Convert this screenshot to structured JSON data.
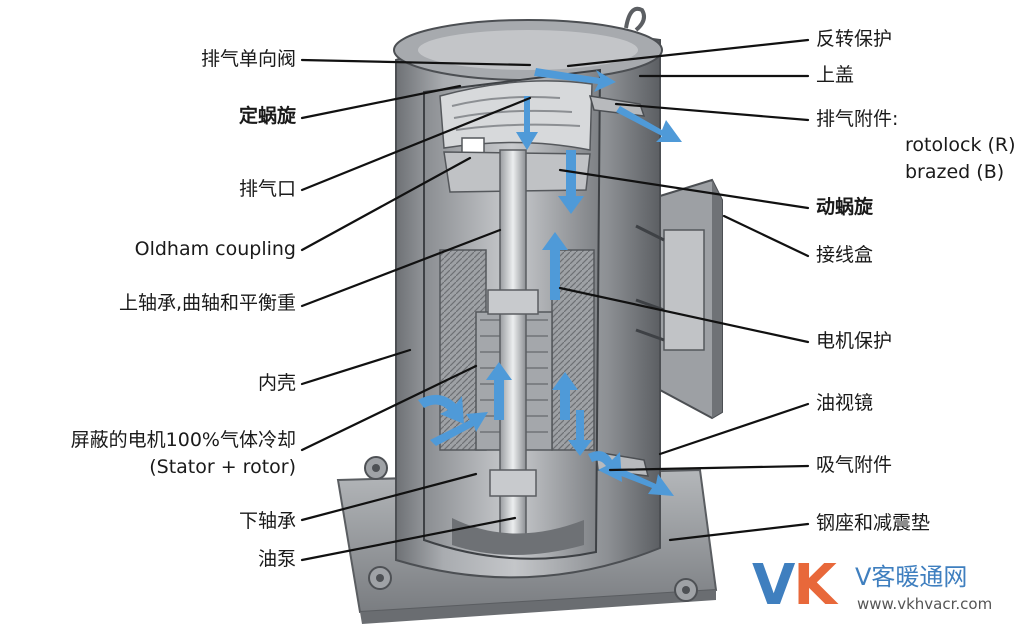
{
  "labels_left": [
    {
      "id": "discharge-check-valve",
      "text": "排气单向阀",
      "bold": false
    },
    {
      "id": "fixed-scroll",
      "text": "定蜗旋",
      "bold": true
    },
    {
      "id": "discharge-port",
      "text": "排气口",
      "bold": false
    },
    {
      "id": "oldham-coupling",
      "text": "Oldham coupling",
      "bold": false
    },
    {
      "id": "upper-bearing-crankshaft-counterweight",
      "text": "上轴承,曲轴和平衡重",
      "bold": false
    },
    {
      "id": "inner-shell",
      "text": "内壳",
      "bold": false
    },
    {
      "id": "shielded-motor-cooling",
      "text": "屏蔽的电机100%气体冷却",
      "bold": false
    },
    {
      "id": "stator-rotor",
      "text": "(Stator + rotor)",
      "bold": false
    },
    {
      "id": "lower-bearing",
      "text": "下轴承",
      "bold": false
    },
    {
      "id": "oil-pump",
      "text": "油泵",
      "bold": false
    }
  ],
  "labels_right": [
    {
      "id": "reverse-rotation-protection",
      "text": "反转保护",
      "bold": false
    },
    {
      "id": "top-cap",
      "text": "上盖",
      "bold": false
    },
    {
      "id": "discharge-fitting",
      "text": "排气附件:",
      "bold": false
    },
    {
      "id": "rotolock",
      "text": "rotolock (R)",
      "bold": false
    },
    {
      "id": "brazed",
      "text": "brazed (B)",
      "bold": false
    },
    {
      "id": "orbiting-scroll",
      "text": "动蜗旋",
      "bold": true
    },
    {
      "id": "terminal-box",
      "text": "接线盒",
      "bold": false
    },
    {
      "id": "motor-protector",
      "text": "电机保护",
      "bold": false
    },
    {
      "id": "oil-sight-glass",
      "text": "油视镜",
      "bold": false
    },
    {
      "id": "suction-fitting",
      "text": "吸气附件",
      "bold": false
    },
    {
      "id": "steel-base-mounts",
      "text": "钢座和减震垫",
      "bold": false
    }
  ],
  "watermark": {
    "logo_letters": "VK",
    "name": "V客暖通网",
    "url": "www.vkhvacr.com"
  },
  "colors": {
    "shell": "#8f9296",
    "shell_dark": "#5f6266",
    "interior": "#b9bcbf",
    "shaft": "#d2d4d6",
    "flow_arrow": "#4f9ad8",
    "leader_line": "#111111",
    "logo_v": "#3f7fbf",
    "logo_k": "#e8683a",
    "watermark_text": "#555555"
  }
}
